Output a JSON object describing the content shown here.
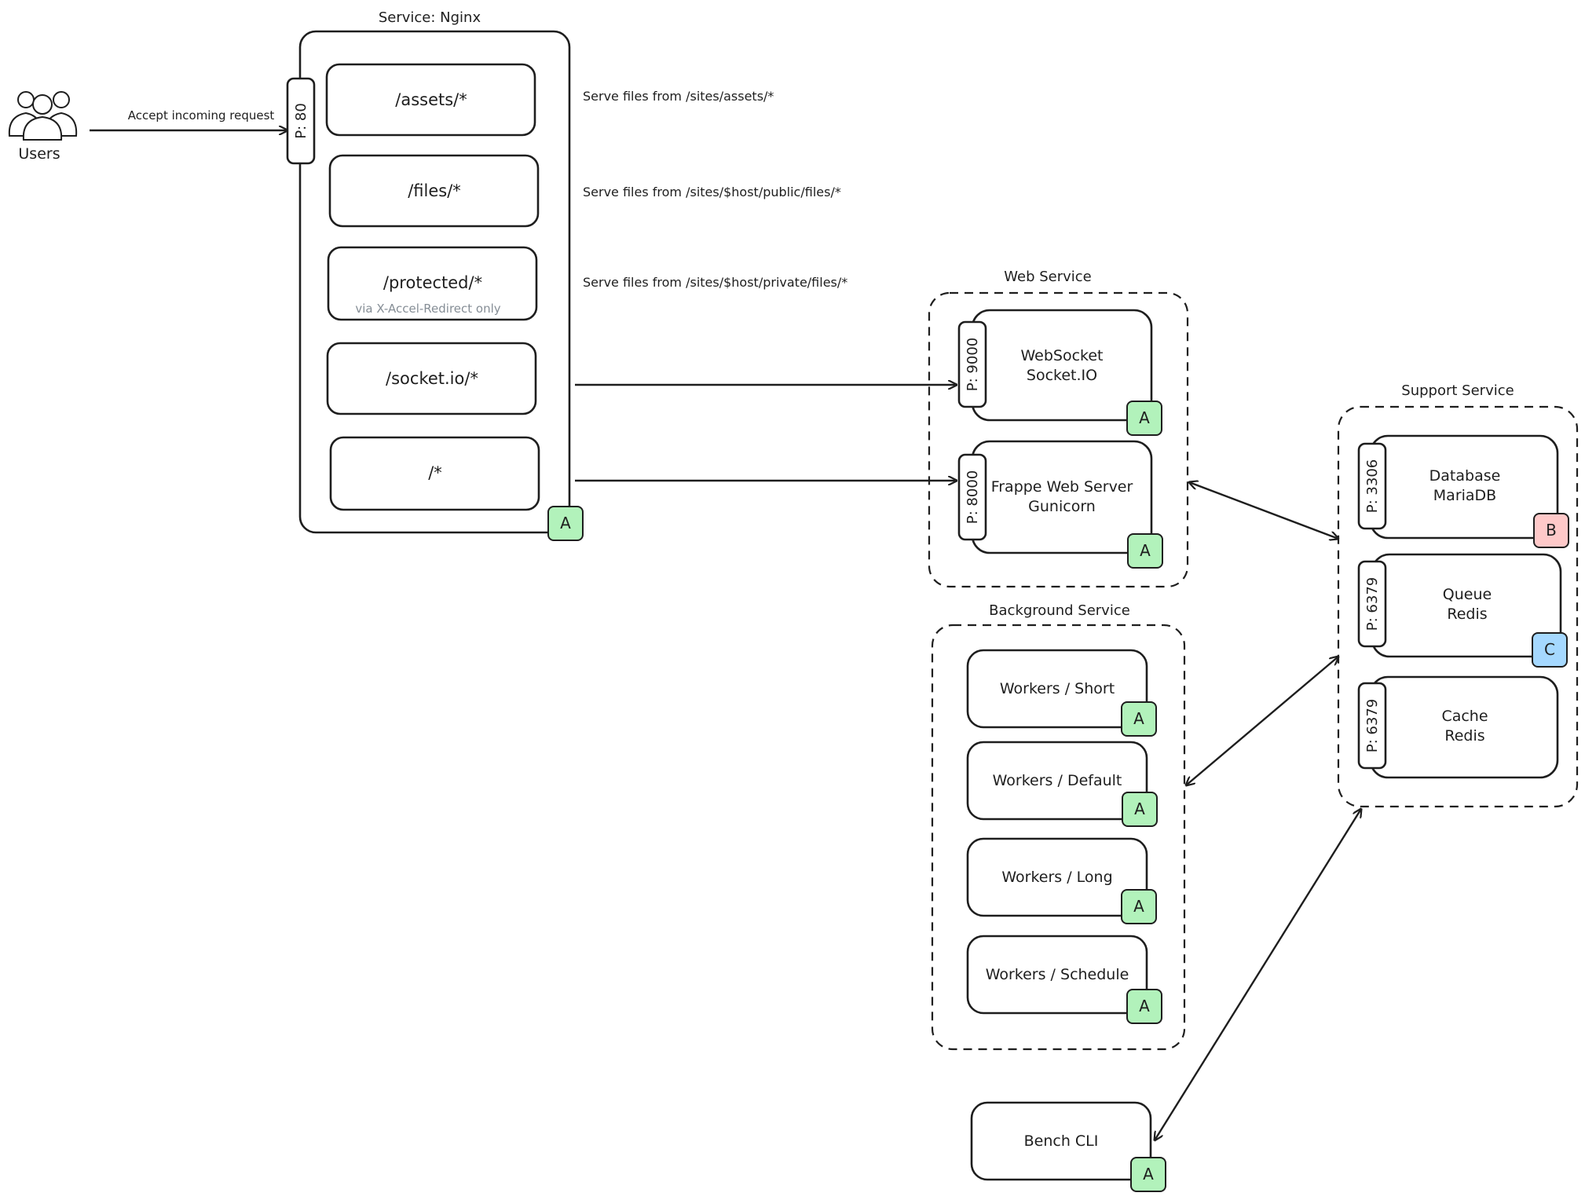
{
  "users": {
    "label": "Users"
  },
  "arrow_label": "Accept incoming request",
  "nginx": {
    "title": "Service: Nginx",
    "port": "P: 80",
    "badge": "A",
    "routes": [
      {
        "path": "/assets/*",
        "note": "",
        "description": "Serve files from /sites/assets/*"
      },
      {
        "path": "/files/*",
        "note": "",
        "description": "Serve files from /sites/$host/public/files/*"
      },
      {
        "path": "/protected/*",
        "note": "via X-Accel-Redirect only",
        "description": "Serve files from /sites/$host/private/files/*"
      },
      {
        "path": "/socket.io/*",
        "note": "",
        "description": ""
      },
      {
        "path": "/*",
        "note": "",
        "description": ""
      }
    ]
  },
  "web_service": {
    "title": "Web Service",
    "items": [
      {
        "line1": "WebSocket",
        "line2": "Socket.IO",
        "port": "P: 9000",
        "badge": "A"
      },
      {
        "line1": "Frappe Web Server",
        "line2": "Gunicorn",
        "port": "P: 8000",
        "badge": "A"
      }
    ]
  },
  "background_service": {
    "title": "Background Service",
    "items": [
      {
        "label": "Workers / Short",
        "badge": "A"
      },
      {
        "label": "Workers / Default",
        "badge": "A"
      },
      {
        "label": "Workers / Long",
        "badge": "A"
      },
      {
        "label": "Workers / Schedule",
        "badge": "A"
      }
    ]
  },
  "support_service": {
    "title": "Support Service",
    "items": [
      {
        "line1": "Database",
        "line2": "MariaDB",
        "port": "P: 3306",
        "badge": "B"
      },
      {
        "line1": "Queue",
        "line2": "Redis",
        "port": "P: 6379",
        "badge": "C"
      },
      {
        "line1": "Cache",
        "line2": "Redis",
        "port": "P: 6379",
        "badge": ""
      }
    ]
  },
  "bench": {
    "label": "Bench CLI",
    "badge": "A"
  },
  "colors": {
    "badge_a": "#b2f2bb",
    "badge_b": "#ffc9c9",
    "badge_c": "#a5d8ff",
    "note_gray": "#868e96"
  }
}
